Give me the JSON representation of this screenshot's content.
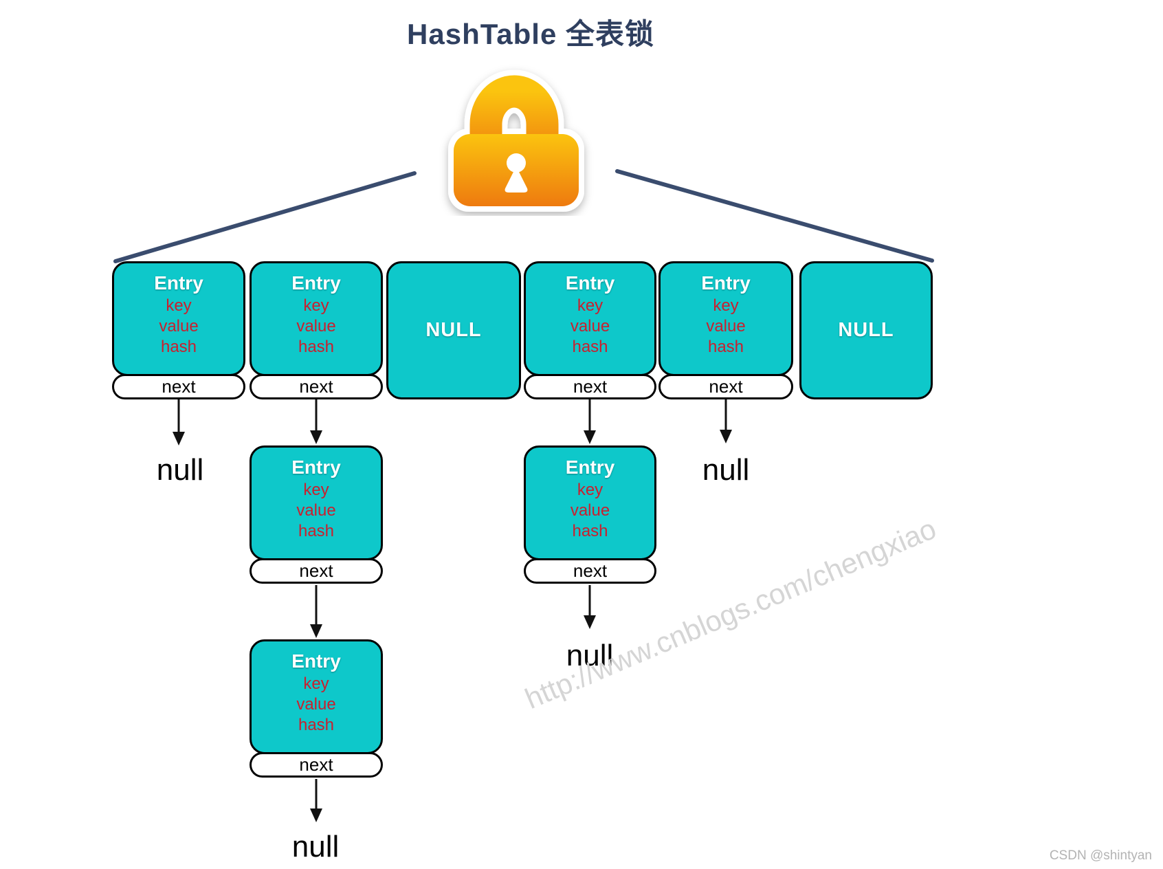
{
  "title": "HashTable 全表锁",
  "lock": {
    "icon": "padlock-icon"
  },
  "entry": {
    "title": "Entry",
    "fields": [
      "key",
      "value",
      "hash"
    ],
    "next_label": "next"
  },
  "null_bucket_label": "NULL",
  "null_pointer_label": "null",
  "structure": {
    "buckets": [
      {
        "index": 0,
        "type": "entry",
        "chain_entries": 1,
        "terminates_in": "null"
      },
      {
        "index": 1,
        "type": "entry",
        "chain_entries": 3,
        "terminates_in": "null"
      },
      {
        "index": 2,
        "type": "null"
      },
      {
        "index": 3,
        "type": "entry",
        "chain_entries": 2,
        "terminates_in": "null"
      },
      {
        "index": 4,
        "type": "entry",
        "chain_entries": 1,
        "terminates_in": "null"
      },
      {
        "index": 5,
        "type": "null"
      }
    ],
    "lock_scope": "entire table (one lock covers all buckets)"
  },
  "watermark": "http://www.cnblogs.com/chengxiao",
  "credit": "CSDN @shintyan",
  "colors": {
    "node_fill": "#0EC8CA",
    "field_text": "#C9202F",
    "title_text": "#2F3F5F",
    "connector": "#3A4C6E",
    "watermark_text": "#D5D5D5",
    "credit_text": "#B3B3B3",
    "lock_gradient_top": "#FBC40F",
    "lock_gradient_bottom": "#EE7A0F"
  }
}
